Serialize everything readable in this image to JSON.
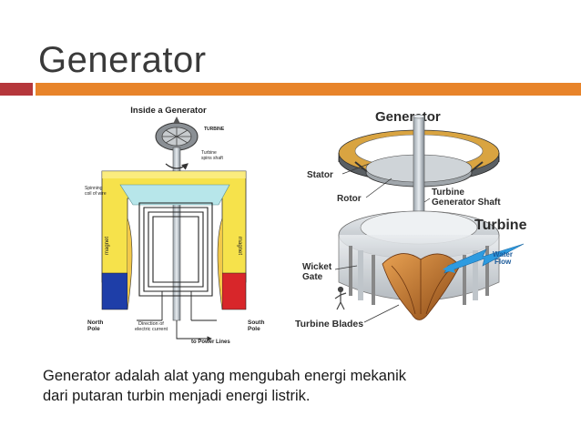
{
  "slide": {
    "title": "Generator",
    "caption_line1": "Generator adalah alat yang mengubah energi mekanik",
    "caption_line2": "dari putaran turbin menjadi energi listrik."
  },
  "left_diagram": {
    "title": "Inside a Generator",
    "turbine": "TURBINE",
    "shaft_line1": "Turbine",
    "shaft_line2": "spins shaft",
    "coil_line1": "Spinning",
    "coil_line2": "coil of wire",
    "magnet_left": "magnet",
    "magnet_right": "magnet",
    "north_line1": "North",
    "north_line2": "Pole",
    "south_line1": "South",
    "south_line2": "Pole",
    "direction_line1": "Direction of",
    "direction_line2": "electric current",
    "power_lines": "to Power Lines"
  },
  "right_diagram": {
    "generator": "Generator",
    "stator": "Stator",
    "rotor": "Rotor",
    "shaft_line1": "Turbine",
    "shaft_line2": "Generator Shaft",
    "turbine": "Turbine",
    "wicket_line1": "Wicket",
    "wicket_line2": "Gate",
    "water_line1": "Water",
    "water_line2": "Flow",
    "blades": "Turbine Blades"
  },
  "colors": {
    "accent_orange": "#e8842a",
    "accent_red": "#b5373b",
    "magnet_yellow": "#f6e24b",
    "north_blue": "#1e3ea8",
    "south_red": "#d8262a",
    "coil_cyan": "#b7e6ea",
    "blade_bronze": "#c9772c"
  }
}
